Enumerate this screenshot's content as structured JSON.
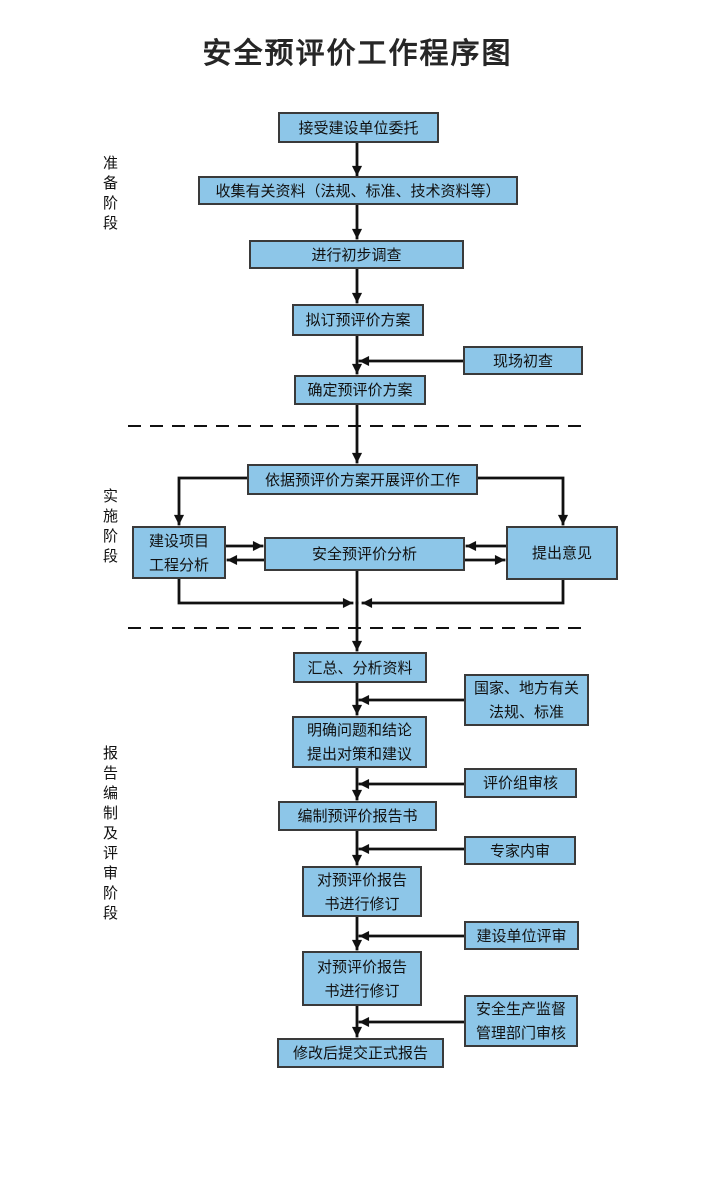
{
  "title": "安全预评价工作程序图",
  "colors": {
    "box_fill": "#8dc6e8",
    "box_border": "#3a3a3a",
    "line": "#111111"
  },
  "stages": [
    {
      "label": "准备阶段"
    },
    {
      "label": "实施阶段"
    },
    {
      "label": "报告编制及评审阶段"
    }
  ],
  "boxes": {
    "accept": {
      "label": "接受建设单位委托"
    },
    "collect": {
      "label": "收集有关资料（法规、标准、技术资料等）"
    },
    "survey": {
      "label": "进行初步调查"
    },
    "draft_plan": {
      "label": "拟订预评价方案"
    },
    "site_check": {
      "label": "现场初查"
    },
    "confirm_plan": {
      "label": "确定预评价方案"
    },
    "carry_out": {
      "label": "依据预评价方案开展评价工作"
    },
    "project_analysis": {
      "label": "建设项目\n工程分析"
    },
    "safety_analysis": {
      "label": "安全预评价分析"
    },
    "opinions": {
      "label": "提出意见"
    },
    "summarize": {
      "label": "汇总、分析资料"
    },
    "regulations": {
      "label": "国家、地方有关\n法规、标准"
    },
    "clarify": {
      "label": "明确问题和结论\n提出对策和建议"
    },
    "group_review": {
      "label": "评价组审核"
    },
    "compile": {
      "label": "编制预评价报告书"
    },
    "expert_review": {
      "label": "专家内审"
    },
    "revise1": {
      "label": "对预评价报告\n书进行修订"
    },
    "client_review": {
      "label": "建设单位评审"
    },
    "revise2": {
      "label": "对预评价报告\n书进行修订"
    },
    "authority_review": {
      "label": "安全生产监督\n管理部门审核"
    },
    "submit": {
      "label": "修改后提交正式报告"
    }
  }
}
